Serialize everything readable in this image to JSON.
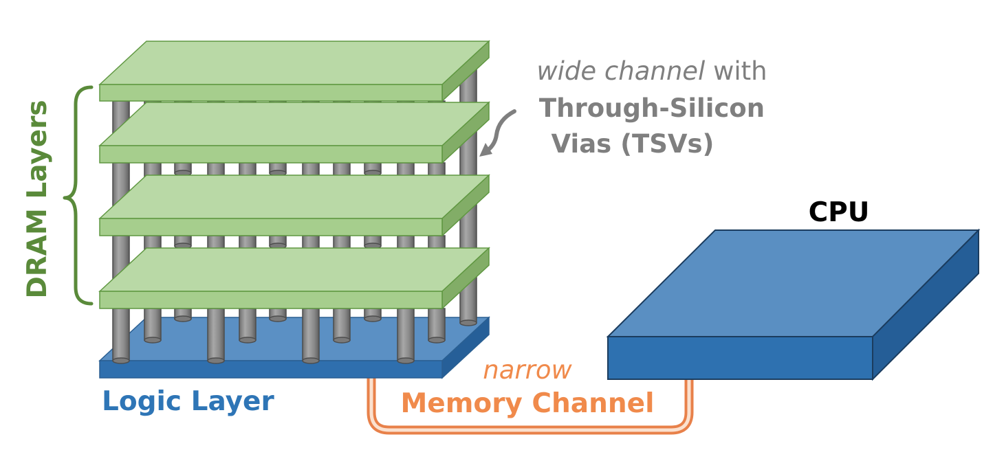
{
  "labels": {
    "dram_layers": "DRAM Layers",
    "logic_layer": "Logic Layer",
    "cpu": "CPU",
    "tsv_line1_italic": "wide channel",
    "tsv_line1_rest": " with",
    "tsv_line2": "Through-Silicon",
    "tsv_line3": "Vias (TSVs)",
    "channel_narrow": "narrow",
    "channel_name": "Memory Channel"
  },
  "colors": {
    "dram_green": "#5a8a3a",
    "dram_layer_top": "#b9d9a6",
    "dram_layer_front": "#a6ce8d",
    "dram_layer_side": "#82ad67",
    "dram_outline": "#5f9741",
    "logic_blue": "#2e75b6",
    "logic_top": "#5b90c4",
    "logic_front": "#2f6fae",
    "logic_side": "#265f98",
    "cpu_top": "#5a8fc2",
    "cpu_front": "#2e71b0",
    "cpu_side": "#255e97",
    "cpu_outline": "#1b3c5e",
    "tsv_gray": "#8d8d8d",
    "tsv_text": "#7f7f7f",
    "channel_orange": "#f08a4b",
    "channel_pipe": "#f4a071"
  },
  "icons": [
    "curly-brace-icon",
    "curved-arrow-icon"
  ]
}
